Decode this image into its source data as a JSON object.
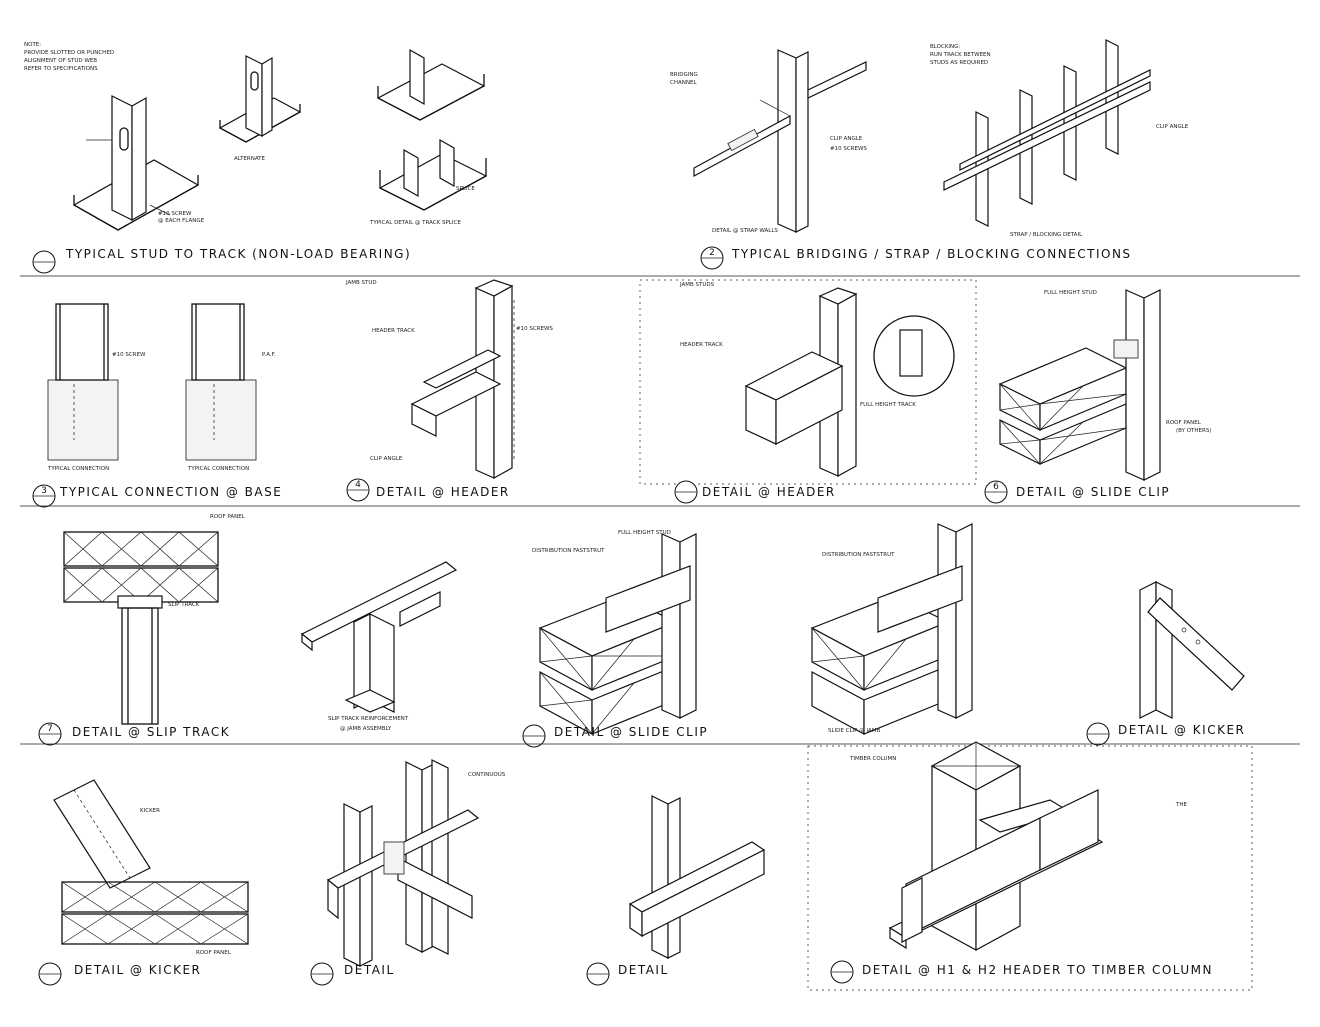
{
  "sheet": {
    "background": "#ffffff",
    "ink": "#111111"
  },
  "details": [
    {
      "key": "d1",
      "number": "",
      "title": "TYPICAL STUD TO TRACK (NON-LOAD BEARING)"
    },
    {
      "key": "d2",
      "number": "2",
      "title": "TYPICAL BRIDGING / STRAP / BLOCKING CONNECTIONS"
    },
    {
      "key": "d3",
      "number": "3",
      "title": "TYPICAL CONNECTION @ BASE"
    },
    {
      "key": "d4",
      "number": "4",
      "title": "DETAIL @ HEADER"
    },
    {
      "key": "d5",
      "number": "",
      "title": "DETAIL @ HEADER"
    },
    {
      "key": "d6",
      "number": "6",
      "title": "DETAIL @ SLIDE CLIP"
    },
    {
      "key": "d7",
      "number": "7",
      "title": "DETAIL @ SLIP TRACK"
    },
    {
      "key": "d8",
      "number": "",
      "title": "DETAIL @ SLIDE CLIP"
    },
    {
      "key": "d9",
      "number": "",
      "title": "DETAIL @ KICKER"
    },
    {
      "key": "d10",
      "number": "",
      "title": "DETAIL @ KICKER"
    },
    {
      "key": "d11",
      "number": "",
      "title": "DETAIL"
    },
    {
      "key": "d12",
      "number": "",
      "title": "DETAIL"
    },
    {
      "key": "d13",
      "number": "",
      "title": "DETAIL @ H1 & H2 HEADER TO TIMBER COLUMN"
    }
  ],
  "subtitles": {
    "alt": "ALTERNATE",
    "track_splice": "TYPICAL DETAIL @ TRACK SPLICE",
    "strap": "DETAIL @ STRAP WALLS",
    "strap_blocking": "STRAP / BLOCKING DETAIL",
    "base_a": "TYPICAL CONNECTION",
    "base_b": "TYPICAL CONNECTION",
    "slip_reinf": "SLIP TRACK REINFORCEMENT",
    "slip_reinf_2": "@ JAMB ASSEMBLY",
    "slide_jamb": "SLIDE CLIP @ JAMB"
  },
  "callouts": {
    "dist_fast": "DISTRIBUTION FASTSTRUT",
    "full_height": "FULL HEIGHT STUD",
    "timber_col": "TIMBER COLUMN",
    "continuous": "CONTINUOUS",
    "roof_panel": "ROOF PANEL",
    "slip_track": "SLIP TRACK",
    "by_others": "(BY OTHERS)"
  }
}
